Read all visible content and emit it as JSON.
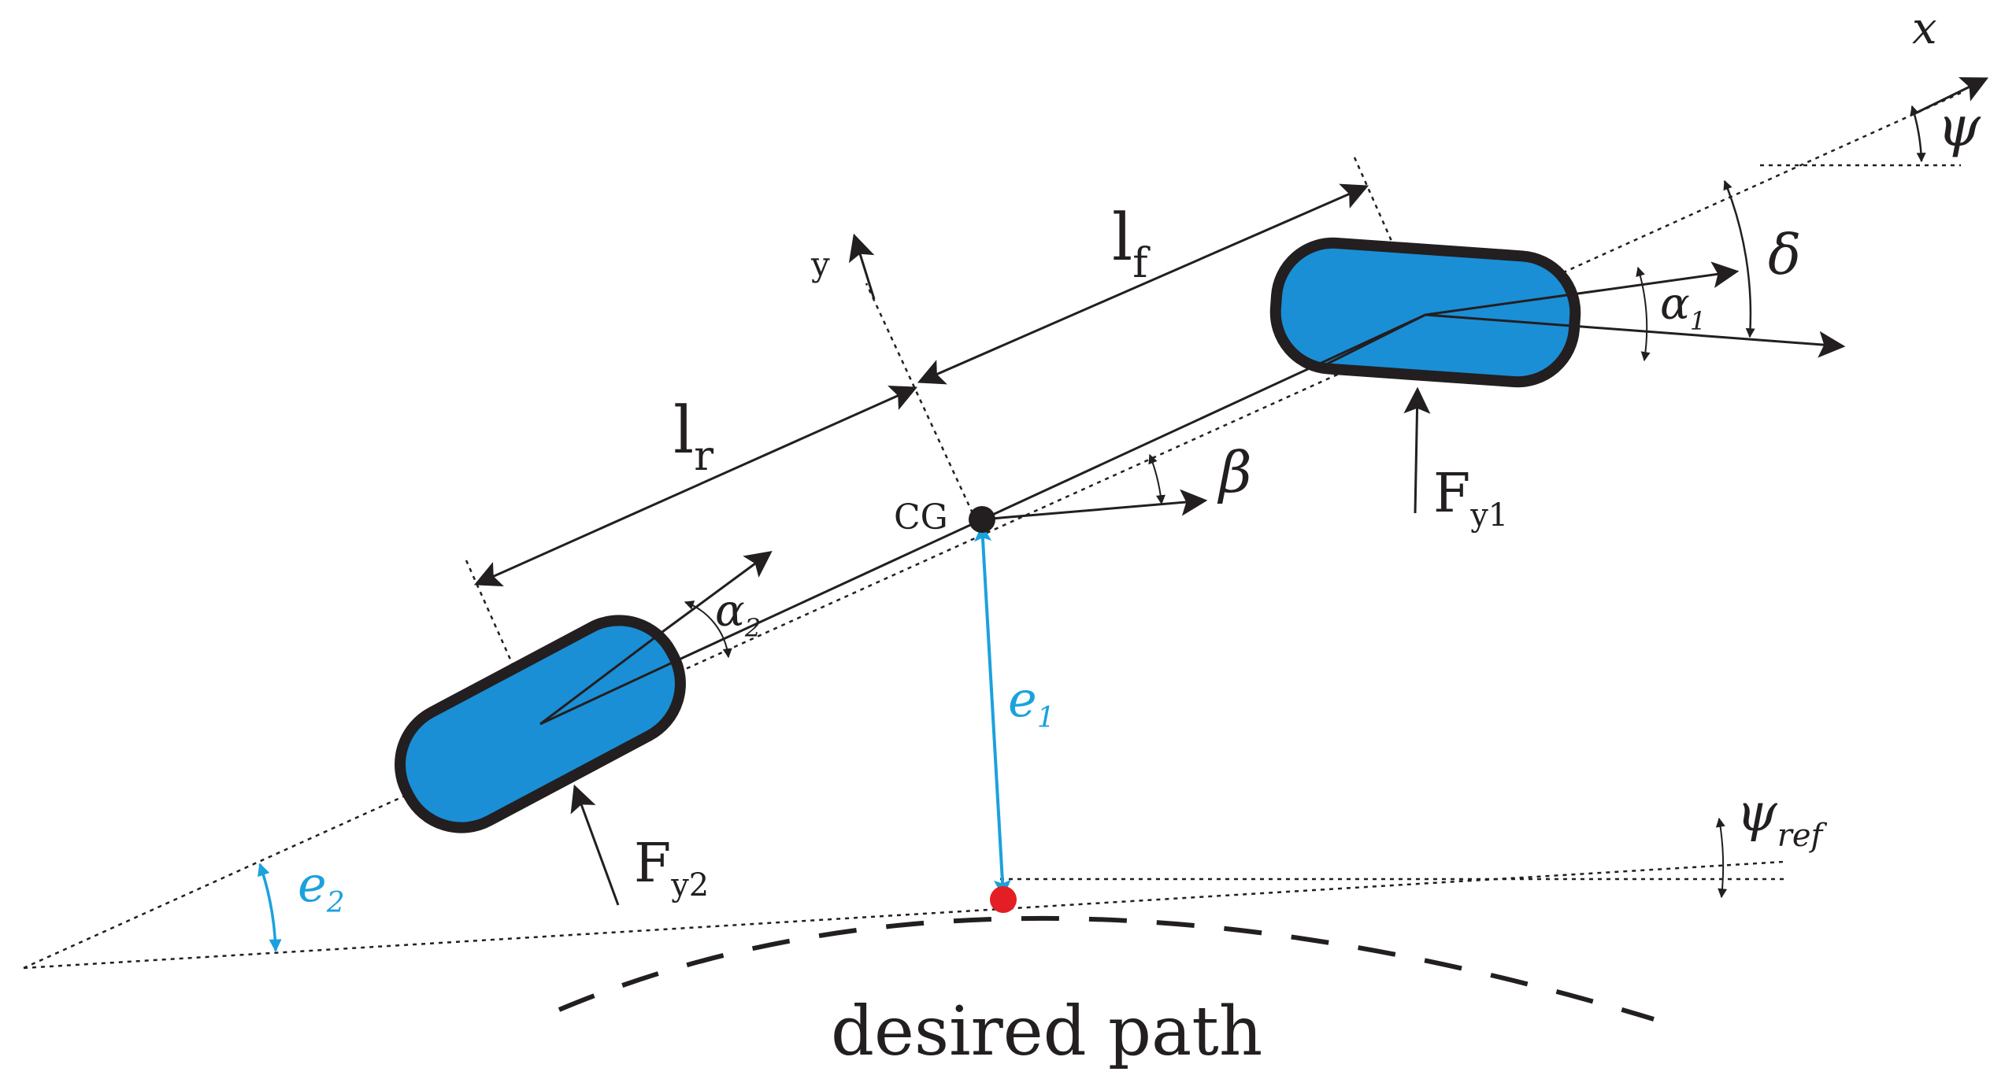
{
  "labels": {
    "x_axis": "x",
    "y_axis": "y",
    "psi": "ψ",
    "delta": "δ",
    "lf": "l",
    "lf_sub": "f",
    "lr": "l",
    "lr_sub": "r",
    "alpha1": "α",
    "alpha1_sub": "1",
    "alpha2": "α",
    "alpha2_sub": "2",
    "beta": "β",
    "cg": "CG",
    "fy1": "F",
    "fy1_sub": "y1",
    "fy2": "F",
    "fy2_sub": "y2",
    "e1": "e",
    "e1_sub": "1",
    "e2": "e",
    "e2_sub": "2",
    "psi_ref": "ψ",
    "psi_ref_sub": "ref",
    "desired_path": "desired path"
  },
  "colors": {
    "wheel_fill": "#1a8fd6",
    "outline": "#231f20",
    "error_blue": "#1ba1de",
    "target_red": "#e31e24"
  }
}
